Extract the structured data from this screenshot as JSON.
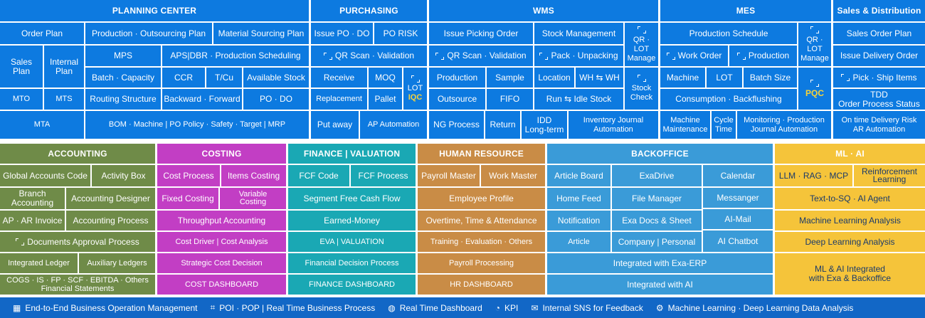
{
  "colors": {
    "planning": "#0d7ae0",
    "purchasing": "#0d7ae0",
    "wms": "#0d7ae0",
    "mes": "#0d7ae0",
    "sales": "#0d7ae0",
    "accounting": "#6f8b48",
    "costing": "#c23ec4",
    "finance": "#1aa8b4",
    "hr": "#c98c46",
    "backoffice": "#3a9bd8",
    "mlai": "#f5c43a",
    "footer": "#1267c6",
    "highlight": "#f5d23a"
  },
  "headers": {
    "planning": "PLANNING CENTER",
    "purchasing": "PURCHASING",
    "wms": "WMS",
    "mes": "MES",
    "sales": "Sales & Distribution",
    "accounting": "ACCOUNTING",
    "costing": "COSTING",
    "finance": "FINANCE | VALUATION",
    "hr": "HUMAN RESOURCE",
    "backoffice": "BACKOFFICE",
    "mlai": "ML · AI"
  },
  "planning": {
    "order_plan": "Order Plan",
    "prod_outsourcing_plan": "Production · Outsourcing Plan",
    "material_sourcing_plan": "Material Sourcing Plan",
    "sales_plan": "Sales\nPlan",
    "internal_plan": "Internal\nPlan",
    "mps": "MPS",
    "aps_dbr": "APS|DBR · Production Scheduling",
    "batch_capacity": "Batch · Capacity",
    "ccr": "CCR",
    "tcu": "T/Cu",
    "available_stock": "Available Stock",
    "mto": "MTO",
    "mts": "MTS",
    "routing_structure": "Routing Structure",
    "backward_forward": "Backward · Forward",
    "po_do": "PO · DO",
    "mta": "MTA",
    "bom_line": "BOM · Machine  |  PO Policy · Safety · Target  |  MRP"
  },
  "purchasing": {
    "issue_po_do": "Issue PO · DO",
    "po_risk": "PO RISK",
    "qr_scan_validation": "QR Scan · Validation",
    "receive": "Receive",
    "moq": "MOQ",
    "lot": "LOT",
    "iqc": "IQC",
    "replacement": "Replacement",
    "pallet": "Pallet",
    "put_away": "Put away",
    "ap_automation": "AP Automation"
  },
  "wms": {
    "issue_picking_order": "Issue Picking Order",
    "stock_management": "Stock Management",
    "qr_lot_manage": "QR · LOT\nManage",
    "qr_scan_validation": "QR Scan · Validation",
    "pack_unpacking": "Pack · Unpacking",
    "production": "Production",
    "sample": "Sample",
    "location": "Location",
    "wh_wh": "WH ⇆ WH",
    "stock_check": "Stock\nCheck",
    "outsource": "Outsource",
    "fifo": "FIFO",
    "run_idle_stock": "Run ⇆ Idle Stock",
    "ng_process": "NG Process",
    "return": "Return",
    "idd_long_term": "IDD\nLong-term",
    "inventory_journal_automation": "Inventory Journal\nAutomation"
  },
  "mes": {
    "production_schedule": "Production Schedule",
    "qr_lot_manage": "QR · LOT\nManage",
    "work_order": "Work Order",
    "production": "Production",
    "pqc": "PQC",
    "machine": "Machine",
    "lot": "LOT",
    "batch_size": "Batch Size",
    "consumption_backflushing": "Consumption · Backflushing",
    "machine_maintenance": "Machine\nMaintenance",
    "cycle_time": "Cycle\nTime",
    "monitoring_production": "Monitoring · Production\nJournal Automation"
  },
  "sales": {
    "sales_order_plan": "Sales Order Plan",
    "issue_delivery_order": "Issue Delivery Order",
    "pick_ship_items": "Pick · Ship Items",
    "tdd_status": "TDD\nOrder Process Status",
    "on_time_delivery": "On time Delivery Risk\nAR Automation"
  },
  "accounting": {
    "global_accounts_code": "Global Accounts Code",
    "activity_box": "Activity Box",
    "branch_accounting": "Branch\nAccounting",
    "accounting_designer": "Accounting Designer",
    "ap_ar_invoice": "AP · AR Invoice",
    "accounting_process": "Accounting Process",
    "documents_approval_process": "Documents Approval Process",
    "integrated_ledger": "Integrated Ledger",
    "auxiliary_ledgers": "Auxiliary Ledgers",
    "financial_statements": "COGS · IS · FP · SCF · EBITDA · Others\nFinancial Statements"
  },
  "costing": {
    "cost_process": "Cost Process",
    "items_costing": "Items Costing",
    "fixed_costing": "Fixed Costing",
    "variable_costing": "Variable\nCosting",
    "throughput_accounting": "Throughput Accounting",
    "cost_driver": "Cost Driver | Cost Analysis",
    "strategic_cost_decision": "Strategic Cost Decision",
    "cost_dashboard": "COST DASHBOARD"
  },
  "finance": {
    "fcf_code": "FCF Code",
    "fcf_process": "FCF Process",
    "segment_free_cash_flow": "Segment Free Cash Flow",
    "earned_money": "Earned-Money",
    "eva_valuation": "EVA | VALUATION",
    "financial_decision_process": "Financial Decision Process",
    "finance_dashboard": "FINANCE DASHBOARD"
  },
  "hr": {
    "payroll_master": "Payroll Master",
    "work_master": "Work Master",
    "employee_profile": "Employee Profile",
    "overtime": "Overtime, Time & Attendance",
    "training": "Training · Evaluation · Others",
    "payroll_processing": "Payroll Processing",
    "hr_dashboard": "HR DASHBOARD"
  },
  "backoffice": {
    "article_board": "Article Board",
    "exadrive": "ExaDrive",
    "calendar": "Calendar",
    "home_feed": "Home Feed",
    "file_manager": "File Manager",
    "messanger": "Messanger",
    "notification": "Notification",
    "exa_docs_sheet": "Exa Docs & Sheet",
    "ai_mail": "AI-Mail",
    "article": "Article",
    "company_personal": "Company | Personal",
    "ai_chatbot": "AI Chatbot",
    "integrated_exa_erp": "Integrated with Exa-ERP",
    "integrated_ai": "Integrated with AI"
  },
  "mlai": {
    "llm_rag_mcp": "LLM · RAG · MCP",
    "reinforcement_learning": "Reinforcement\nLearning",
    "text_to_sq": "Text-to-SQ  · AI Agent",
    "ml_analysis": "Machine Learning Analysis",
    "dl_analysis": "Deep Learning Analysis",
    "ml_ai_integrated": "ML & AI Integrated\nwith Exa & Backoffice"
  },
  "footer": {
    "item1": "End-to-End Business Operation Management",
    "item2": "POI · POP | Real Time Business Process",
    "item3": "Real Time Dashboard",
    "item4": "KPI",
    "item5": "Internal SNS for Feedback",
    "item6": "Machine Learning · Deep Learning Data Analysis",
    "icons": [
      "grid-icon",
      "qr-icon",
      "dashboard-icon",
      "gauge-icon",
      "chat-icon",
      "network-icon"
    ]
  }
}
